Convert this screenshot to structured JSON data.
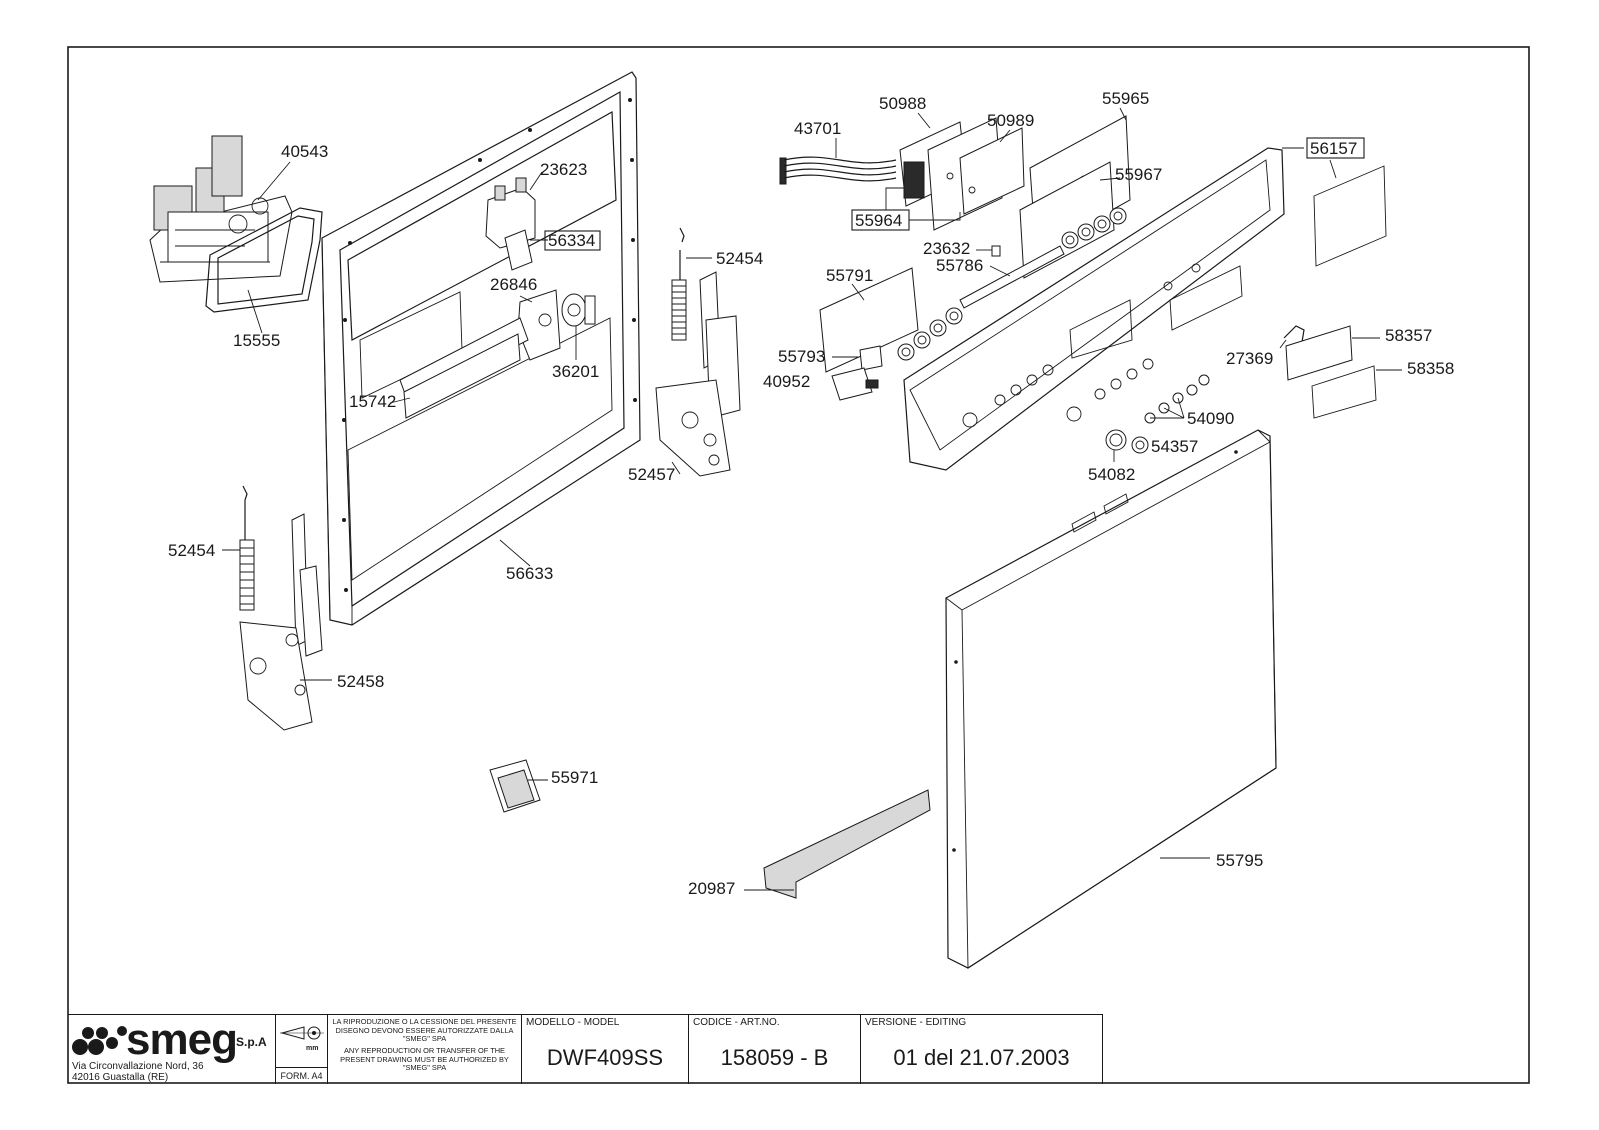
{
  "drawing": {
    "parts": {
      "p40543": "40543",
      "p15555": "15555",
      "p23623": "23623",
      "p56334": "56334",
      "p26846": "26846",
      "p36201": "36201",
      "p15742": "15742",
      "p56633": "56633",
      "p52454_top": "52454",
      "p52457": "52457",
      "p52454_left": "52454",
      "p52458": "52458",
      "p55971": "55971",
      "p43701": "43701",
      "p50988": "50988",
      "p50989": "50989",
      "p55964": "55964",
      "p55965": "55965",
      "p56157": "56157",
      "p55967": "55967",
      "p23632": "23632",
      "p55786": "55786",
      "p55791": "55791",
      "p55793": "55793",
      "p40952": "40952",
      "p27369": "27369",
      "p58357": "58357",
      "p58358": "58358",
      "p54090": "54090",
      "p54357": "54357",
      "p54082": "54082",
      "p55795": "55795",
      "p20987": "20987"
    }
  },
  "title_block": {
    "logo_text": "smeg",
    "logo_suffix": "S.p.A",
    "address_line1": "Via Circonvallazione Nord, 36",
    "address_line2": "42016  Guastalla (RE)",
    "format": "FORM. A4",
    "unit": "mm",
    "notice_it": "LA RIPRODUZIONE O LA CESSIONE DEL PRESENTE DISEGNO DEVONO ESSERE AUTORIZZATE DALLA \"SMEG\" SPA",
    "notice_en": "ANY REPRODUCTION OR TRANSFER OF THE PRESENT DRAWING MUST BE AUTHORIZED BY \"SMEG\" SPA",
    "model_header": "MODELLO - MODEL",
    "model_value": "DWF409SS",
    "code_header": "CODICE - ART.NO.",
    "code_value": "158059 - B",
    "version_header": "VERSIONE - EDITING",
    "version_value": "01 del 21.07.2003"
  }
}
